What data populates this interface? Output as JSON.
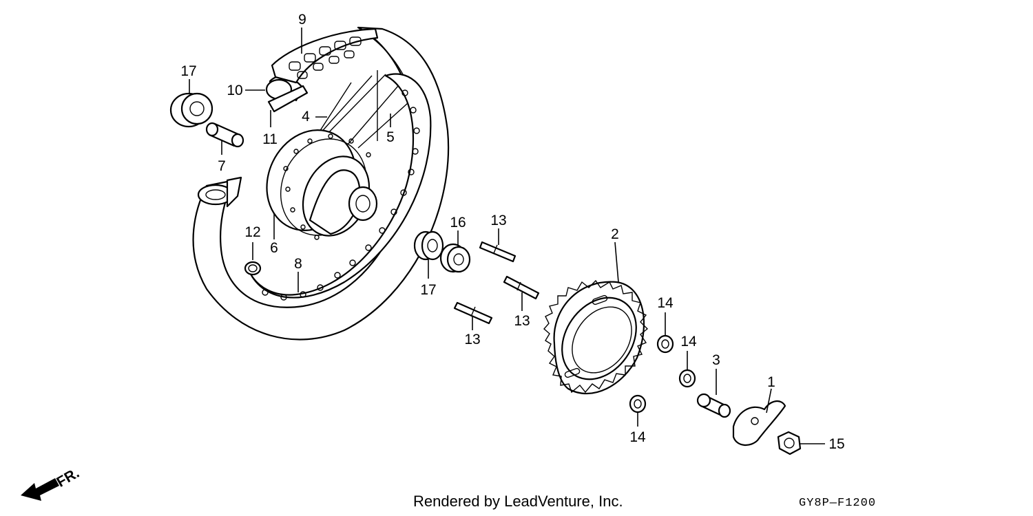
{
  "diagram": {
    "callouts": [
      {
        "id": "p1",
        "label": "1"
      },
      {
        "id": "p2",
        "label": "2"
      },
      {
        "id": "p3",
        "label": "3"
      },
      {
        "id": "p4",
        "label": "4"
      },
      {
        "id": "p5",
        "label": "5"
      },
      {
        "id": "p6",
        "label": "6"
      },
      {
        "id": "p7",
        "label": "7"
      },
      {
        "id": "p8",
        "label": "8"
      },
      {
        "id": "p9",
        "label": "9"
      },
      {
        "id": "p10",
        "label": "10"
      },
      {
        "id": "p11",
        "label": "11"
      },
      {
        "id": "p12",
        "label": "12"
      },
      {
        "id": "p13a",
        "label": "13"
      },
      {
        "id": "p13b",
        "label": "13"
      },
      {
        "id": "p13c",
        "label": "13"
      },
      {
        "id": "p14a",
        "label": "14"
      },
      {
        "id": "p14b",
        "label": "14"
      },
      {
        "id": "p14c",
        "label": "14"
      },
      {
        "id": "p15",
        "label": "15"
      },
      {
        "id": "p16",
        "label": "16"
      },
      {
        "id": "p17a",
        "label": "17"
      },
      {
        "id": "p17b",
        "label": "17"
      }
    ],
    "direction_label": "FR.",
    "credit": "Rendered by LeadVenture, Inc.",
    "code": "GY8P—F1200"
  }
}
